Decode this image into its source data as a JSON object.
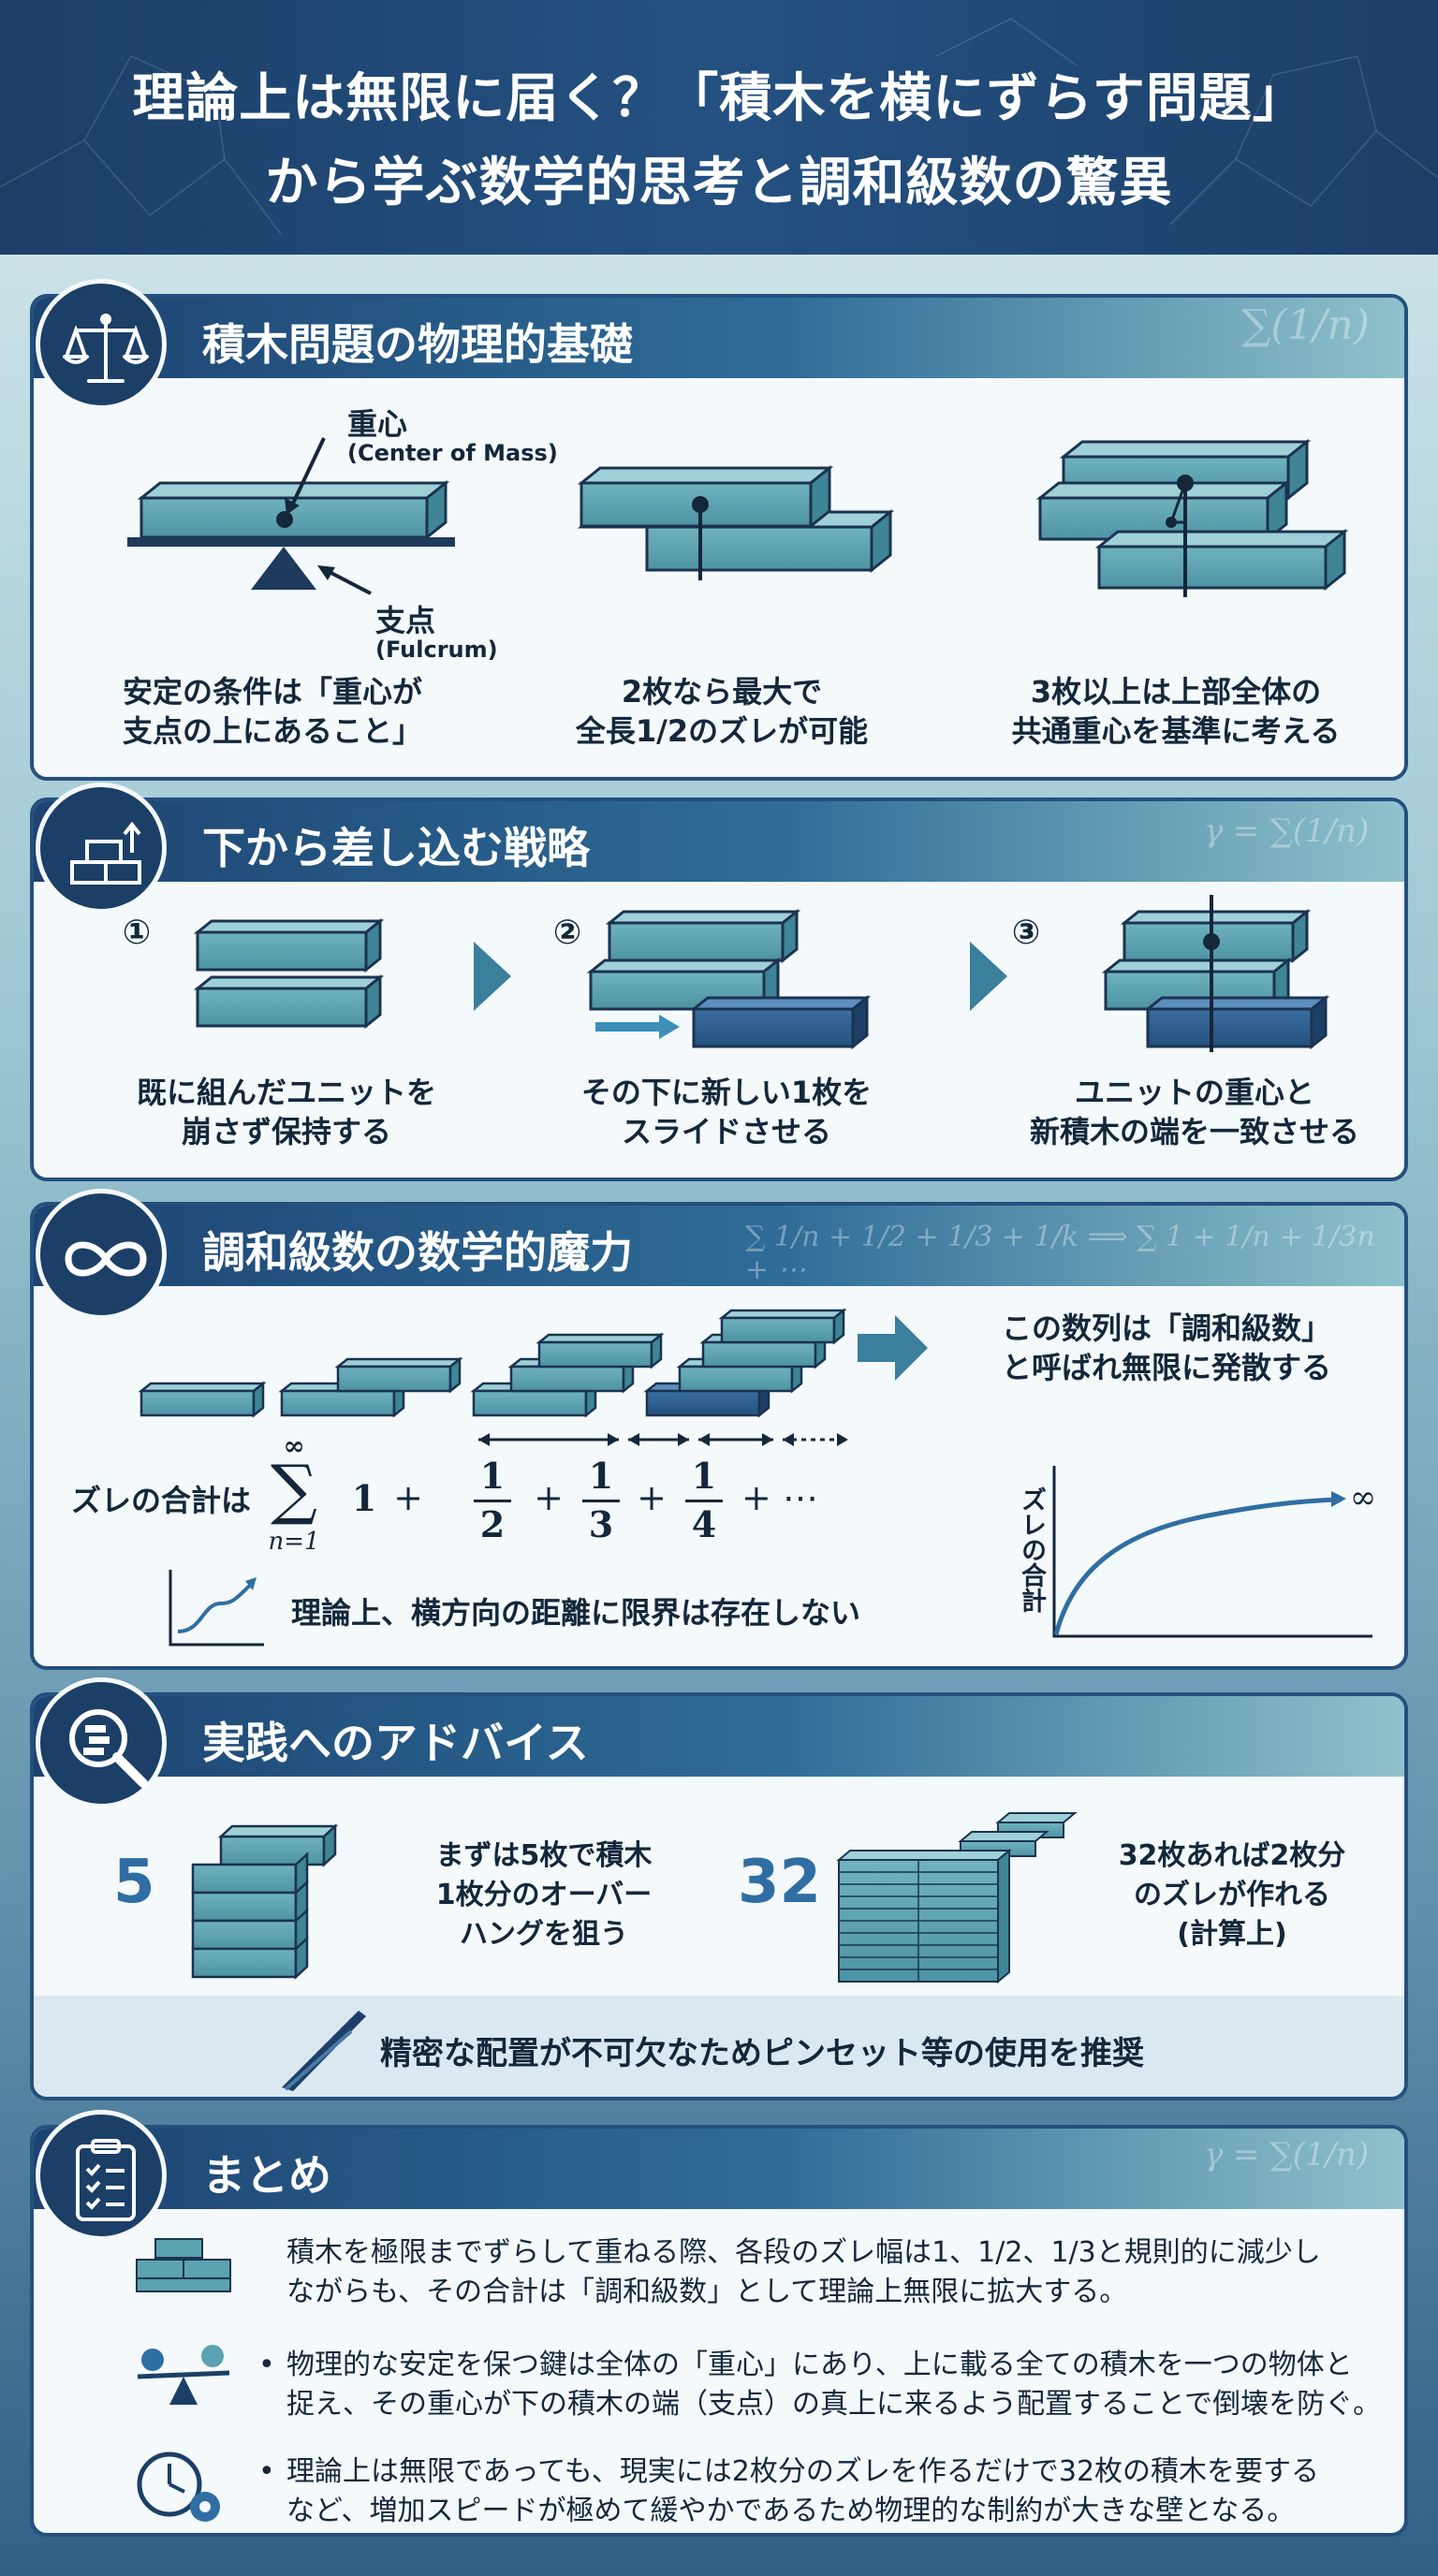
{
  "title": {
    "line1": "理論上は無限に届く？「積木を横にずらす問題」",
    "line2": "から学ぶ数学的思考と調和級数の驚異"
  },
  "s1": {
    "title": "積木問題の物理的基礎",
    "icon": "balance-scale-icon",
    "com_label": "重心",
    "com_en": "(Center of Mass)",
    "fulcrum_label": "支点",
    "fulcrum_en": "(Fulcrum)",
    "cap1_l1": "安定の条件は「重心が",
    "cap1_l2": "支点の上にあること」",
    "cap2_l1": "2枚なら最大で",
    "cap2_l2": "全長1/2のズレが可能",
    "cap3_l1": "3枚以上は上部全体の",
    "cap3_l2": "共通重心を基準に考える"
  },
  "s2": {
    "title": "下から差し込む戦略",
    "icon": "stacked-blocks-icon",
    "step1_num": "①",
    "step2_num": "②",
    "step3_num": "③",
    "cap1_l1": "既に組んだユニットを",
    "cap1_l2": "崩さず保持する",
    "cap2_l1": "その下に新しい1枚を",
    "cap2_l2": "スライドさせる",
    "cap3_l1": "ユニットの重心と",
    "cap3_l2": "新積木の端を一致させる"
  },
  "s3": {
    "title": "調和級数の数学的魔力",
    "icon": "infinity-icon",
    "sum_prefix": "ズレの合計は",
    "sum_top": "∞",
    "sum_sigma": "∑",
    "sum_bottom": "n=1",
    "term1": "1",
    "plus": "+",
    "f2_num": "1",
    "f2_den": "2",
    "f3_num": "1",
    "f3_den": "3",
    "f4_num": "1",
    "f4_den": "4",
    "dots": "+ ⋯",
    "desc_l1": "この数列は「調和級数」",
    "desc_l2": "と呼ばれ無限に発散する",
    "graph_ylabel": "ズレの合計",
    "graph_inf": "∞",
    "note": "理論上、横方向の距離に限界は存在しない"
  },
  "s4": {
    "title": "実践へのアドバイス",
    "icon": "magnifier-icon",
    "num5": "5",
    "num32": "32",
    "cap5_l1": "まずは5枚で積木",
    "cap5_l2": "1枚分のオーバー",
    "cap5_l3": "ハングを狙う",
    "cap32_l1": "32枚あれば2枚分",
    "cap32_l2": "のズレが作れる",
    "cap32_l3": "(計算上)",
    "tip": "精密な配置が不可欠なためピンセット等の使用を推奨"
  },
  "s5": {
    "title": "まとめ",
    "icon": "clipboard-checklist-icon",
    "p1_l1": "積木を極限までずらして重ねる際、各段のズレ幅は1、1/2、1/3と規則的に減少し",
    "p1_l2": "ながらも、その合計は「調和級数」として理論上無限に拡大する。",
    "p2_l1": "物理的な安定を保つ鍵は全体の「重心」にあり、上に載る全ての積木を一つの物体と",
    "p2_l2": "捉え、その重心が下の積木の端（支点）の真上に来るよう配置することで倒壊を防ぐ。",
    "p3_l1": "理論上は無限であっても、現実には2枚分のズレを作るだけで32枚の積木を要する",
    "p3_l2": "など、増加スピードが極めて緩やかであるため物理的な制約が大きな壁となる。"
  },
  "colors": {
    "navy": "#1c3f67",
    "block": "#5ba3b1",
    "block_dark": "#2f5d8c",
    "accent": "#2f6ea3"
  }
}
